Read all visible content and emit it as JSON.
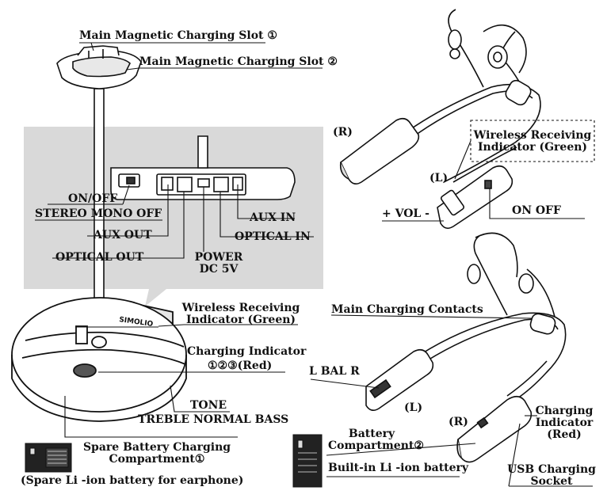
{
  "left": {
    "slot1": "Main Magnetic Charging Slot ①",
    "slot2": "Main Magnetic Charging Slot ②",
    "on_off": "ON/OFF",
    "stereo_mono_off": "STEREO MONO OFF",
    "aux_in": "AUX IN",
    "aux_out": "AUX OUT",
    "optical_in": "OPTICAL IN",
    "optical_out": "OPTICAL OUT",
    "power": "POWER",
    "dc5v": "DC 5V",
    "wireless_line1": "Wireless Receiving",
    "wireless_line2": "Indicator (Green)",
    "charging_indicator": "Charging Indicator",
    "charging_red": "①②③(Red)",
    "tone": "TONE",
    "treble_normal_bass": "TREBLE  NORMAL  BASS",
    "spare_line1": "Spare Battery Charging",
    "spare_line2": "Compartment①",
    "spare_line3": "(Spare Li -ion battery for earphone)",
    "brand": "SIMOLIO"
  },
  "right_top": {
    "r_label": "(R)",
    "l_label": "(L)",
    "wireless_line1": "Wireless Receiving",
    "wireless_line2": "Indicator (Green)",
    "vol": "+ VOL -",
    "on_off": "ON  OFF"
  },
  "right_bottom": {
    "main_contacts": "Main Charging Contacts",
    "l_bal_r": "L  BAL  R",
    "l_label": "(L)",
    "r_label": "(R)",
    "battery_line1": "Battery",
    "battery_line2": "Compartment②",
    "builtin": "Built-in Li -ion battery",
    "charging_line1": "Charging",
    "charging_line2": "Indicator",
    "charging_line3": "(Red)",
    "usb_line1": "USB Charging",
    "usb_line2": "Socket"
  }
}
